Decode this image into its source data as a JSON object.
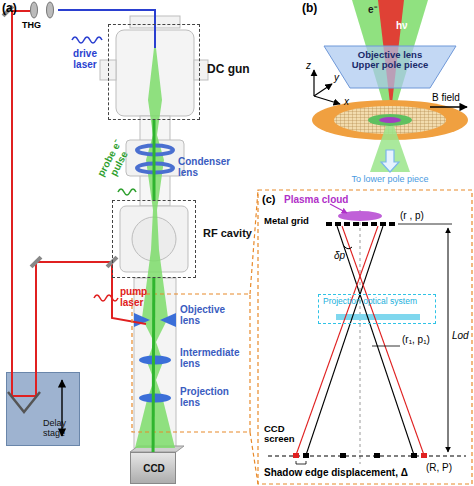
{
  "diagram": {
    "nodes": [
      {
        "text": [
          "DC gun"
        ]
      },
      {
        "text": [
          "RF cavity"
        ]
      },
      {
        "text": [
          "Delay stage"
        ]
      },
      {
        "text": [
          "CCD"
        ]
      },
      {
        "text": [
          "Objective lens Upper pole piece"
        ]
      },
      {
        "text": [
          "Projection optical system"
        ]
      }
    ],
    "edges": [
      {
        "from": 0,
        "to": 1,
        "arrow": "none"
      },
      {
        "from": 1,
        "to": 3,
        "arrow": "none"
      }
    ],
    "labels": [
      "(a)",
      "THG",
      "drive laser",
      "probe e⁻ pulse",
      "Condenser lens",
      "pump laser",
      "Objective lens",
      "Intermediate lens",
      "Projection lens",
      "(b)",
      "e⁻",
      "hν",
      "B field",
      "z",
      "y",
      "x",
      "To lower pole piece",
      "(c)",
      "Plasma cloud",
      "Metal grid",
      "(r , p)",
      "δp",
      "(r₁, p₁)",
      "Lod",
      "CCD screen",
      "Shadow edge displacement, Δ",
      "(R, P)"
    ]
  }
}
